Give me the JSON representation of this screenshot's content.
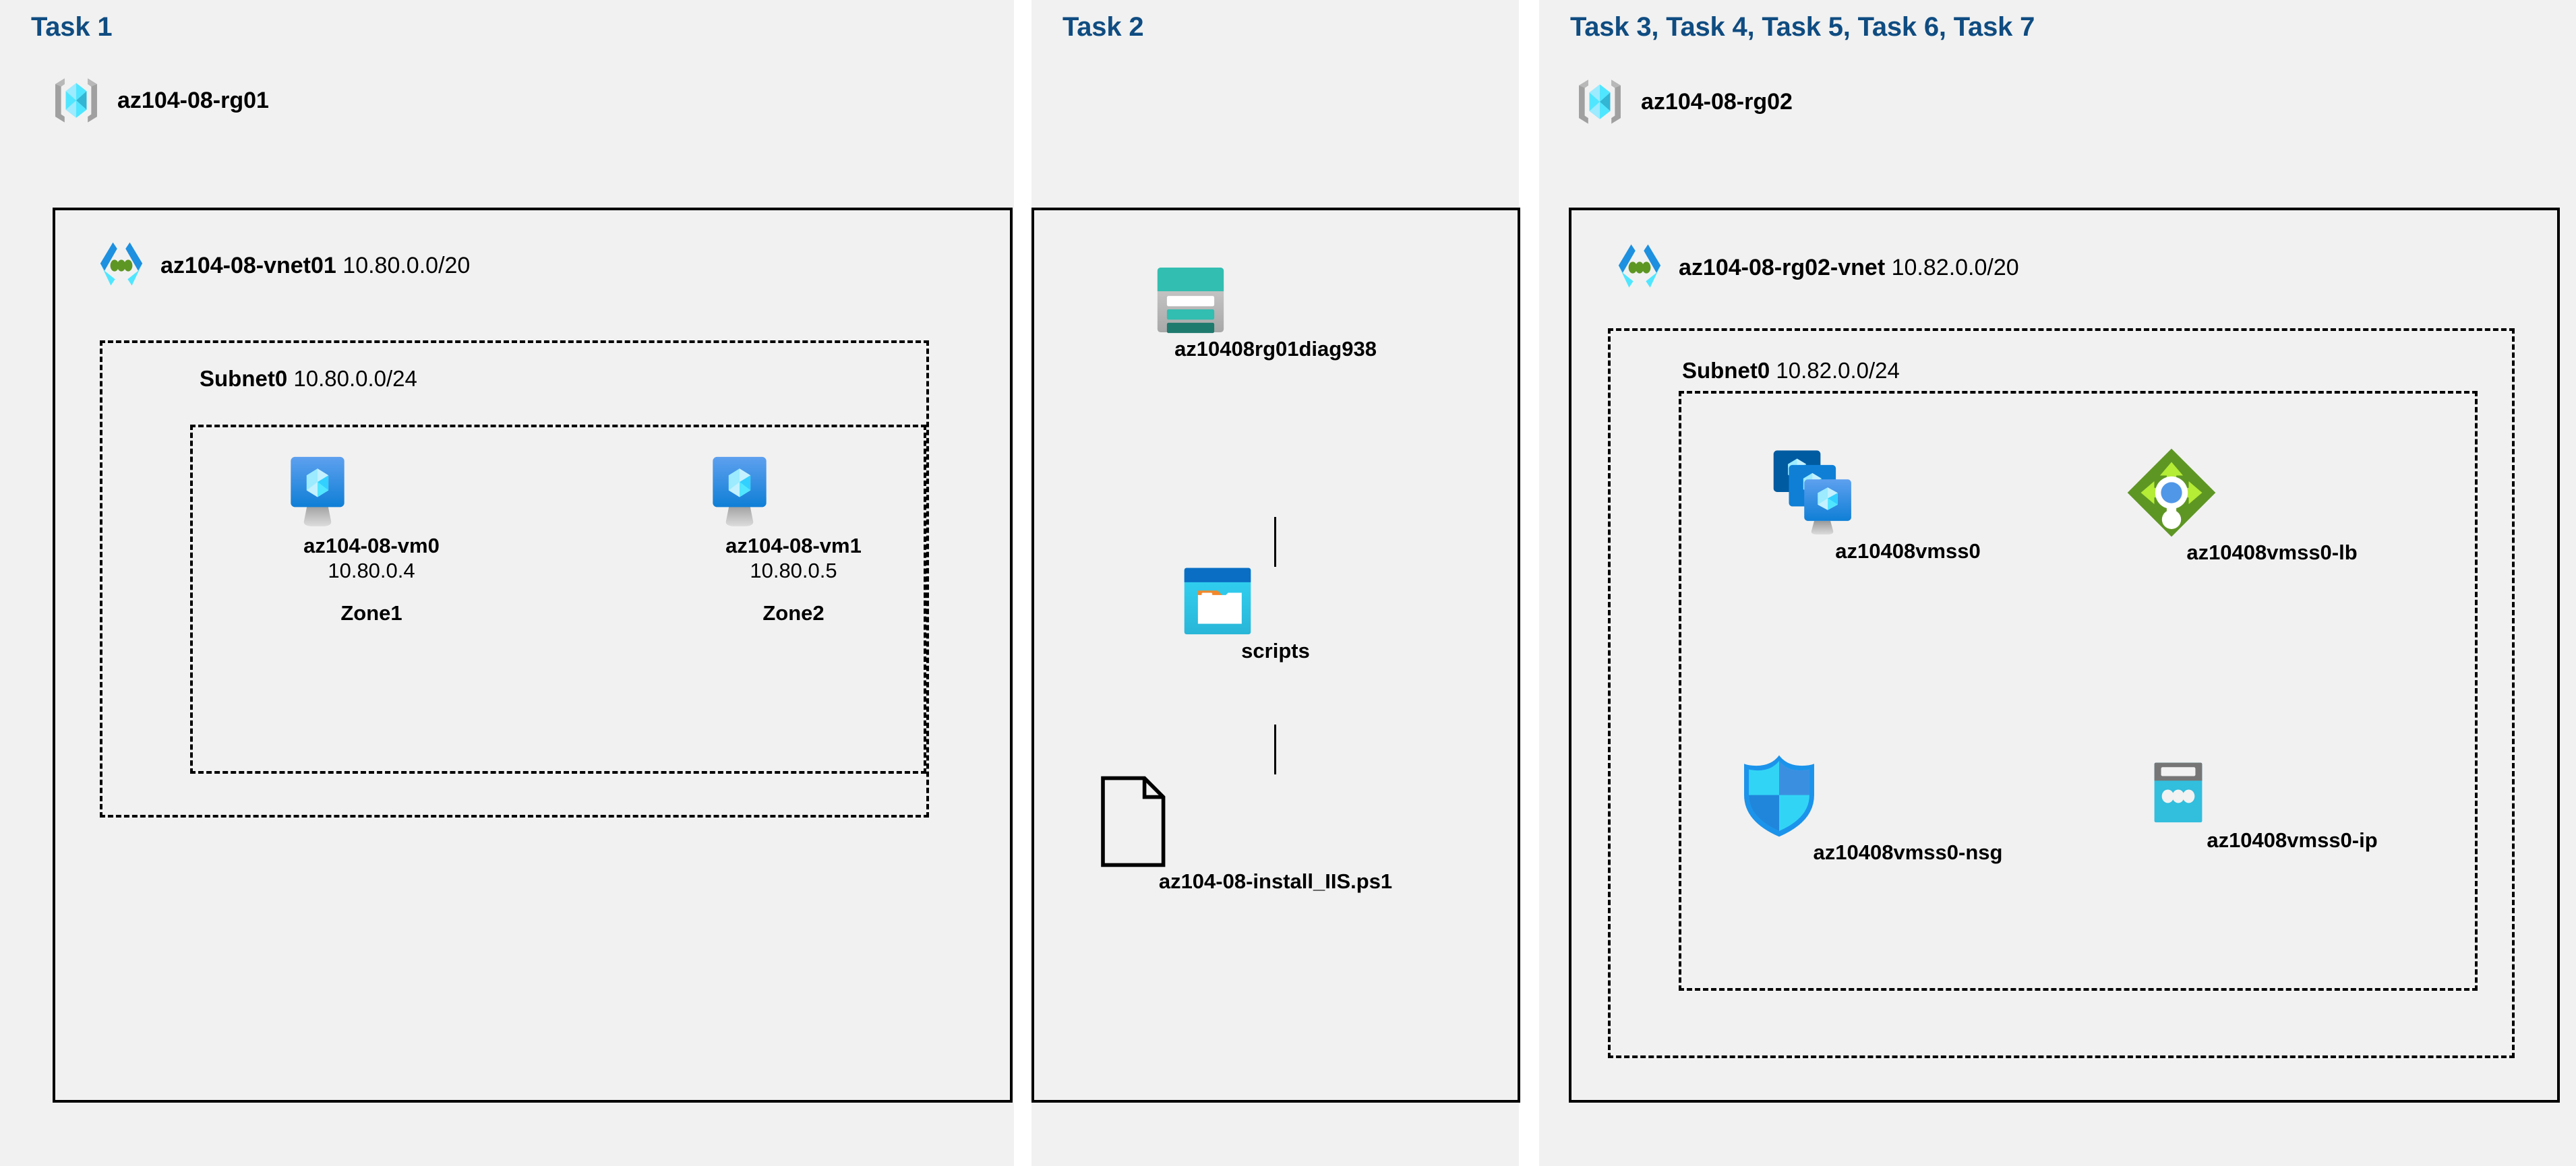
{
  "panels": [
    {
      "id": "task1",
      "header": "Task 1"
    },
    {
      "id": "task2",
      "header": "Task 2"
    },
    {
      "id": "task3",
      "header": "Task 3, Task 4, Task 5, Task 6, Task 7"
    }
  ],
  "colors": {
    "panel_background": "#f1f1f1",
    "page_background": "#ffffff",
    "task_header": "#0F4C81",
    "border": "#000000",
    "azure_blue": "#0078D4",
    "azure_cyan": "#50E6FF",
    "storage_teal": "#32BEB0",
    "loadbalancer_green": "#5E9624",
    "nsg_blue": "#1B93EB",
    "publicip_cyan": "#32BEDD",
    "resourcegroup_gray": "#949494"
  },
  "task1": {
    "resource_group": {
      "name": "az104-08-rg01",
      "icon": "resource-group-icon"
    },
    "vnet": {
      "name": "az104-08-vnet01",
      "cidr": "10.80.0.0/20",
      "icon": "virtual-network-icon"
    },
    "subnet": {
      "name": "Subnet0",
      "cidr": "10.80.0.0/24"
    },
    "vms": [
      {
        "name": "az104-08-vm0",
        "ip": "10.80.0.4",
        "zone": "Zone1",
        "icon": "virtual-machine-icon"
      },
      {
        "name": "az104-08-vm1",
        "ip": "10.80.0.5",
        "zone": "Zone2",
        "icon": "virtual-machine-icon"
      }
    ]
  },
  "task2": {
    "storage_account": {
      "name": "az10408rg01diag938",
      "icon": "storage-account-icon"
    },
    "container": {
      "name": "scripts",
      "icon": "blob-container-icon"
    },
    "file": {
      "name": "az104-08-install_IIS.ps1",
      "icon": "script-file-icon"
    }
  },
  "task3": {
    "resource_group": {
      "name": "az104-08-rg02",
      "icon": "resource-group-icon"
    },
    "vnet": {
      "name": "az104-08-rg02-vnet",
      "cidr": "10.82.0.0/20",
      "icon": "virtual-network-icon"
    },
    "subnet": {
      "name": "Subnet0",
      "cidr": "10.82.0.0/24"
    },
    "resources": [
      {
        "name": "az10408vmss0",
        "icon": "vm-scale-set-icon"
      },
      {
        "name": "az10408vmss0-lb",
        "icon": "load-balancer-icon"
      },
      {
        "name": "az10408vmss0-nsg",
        "icon": "network-security-group-icon"
      },
      {
        "name": "az10408vmss0-ip",
        "icon": "public-ip-address-icon"
      }
    ]
  }
}
